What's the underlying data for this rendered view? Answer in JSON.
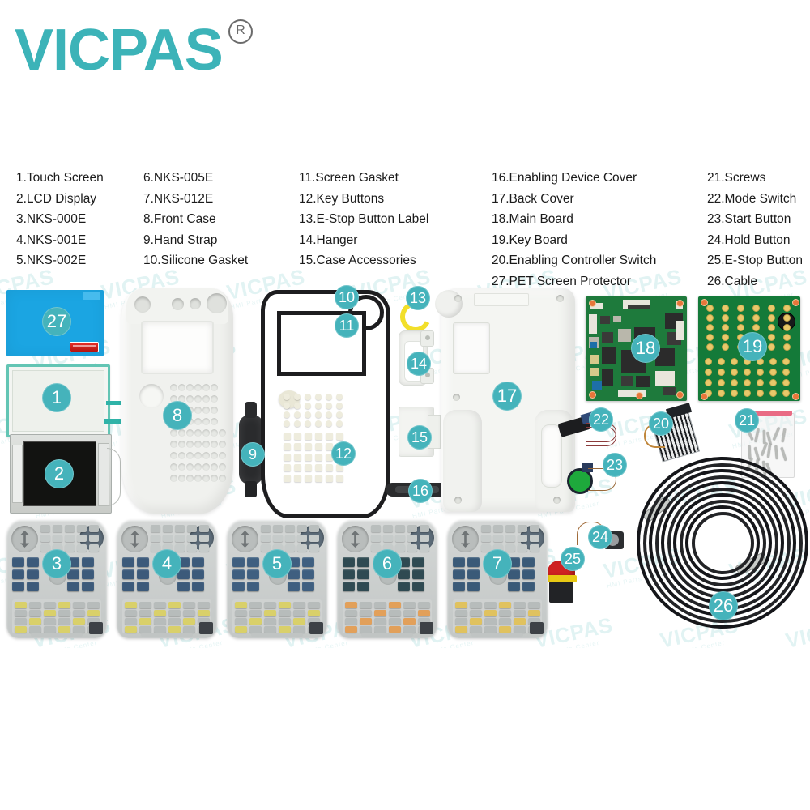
{
  "brand": {
    "name": "VICPAS",
    "registered_mark": "R",
    "logo_color": "#3cb3b8"
  },
  "theme": {
    "badge_color": "#45b3bb",
    "badge_text_color": "#ffffff",
    "watermark_color": "#9fd8d8",
    "pet_blue": "#1ba5e2",
    "pcb_green": "#1e7a3c",
    "estop_red": "#cf2222",
    "estop_yellow": "#e8c914",
    "start_green": "#1ea93c"
  },
  "watermark": {
    "text": "VICPAS",
    "subtext": "HMI Parts Center"
  },
  "legend": {
    "columns": [
      {
        "items": [
          "1.Touch Screen",
          "2.LCD Display",
          "3.NKS-000E",
          "4.NKS-001E",
          "5.NKS-002E"
        ]
      },
      {
        "items": [
          "6.NKS-005E",
          "7.NKS-012E",
          "8.Front Case",
          "9.Hand Strap",
          "10.Silicone Gasket"
        ]
      },
      {
        "items": [
          "11.Screen Gasket",
          "12.Key Buttons",
          "13.E-Stop Button Label",
          "14.Hanger",
          "15.Case Accessories"
        ]
      },
      {
        "items": [
          "16.Enabling Device Cover",
          "17.Back Cover",
          "18.Main Board",
          "19.Key Board",
          "20.Enabling Controller Switch",
          "27.PET Screen Protector"
        ]
      },
      {
        "items": [
          "21.Screws",
          "22.Mode Switch",
          "23.Start Button",
          "24.Hold Button",
          "25.E-Stop Button",
          "26.Cable"
        ]
      }
    ]
  },
  "parts": {
    "pet_screen_protector": {
      "number": "27",
      "label": "PET Screen Protector"
    },
    "touch_screen": {
      "number": "1",
      "label": "Touch Screen"
    },
    "lcd_display": {
      "number": "2",
      "label": "LCD Display"
    },
    "nks_000e": {
      "number": "3",
      "label": "NKS-000E"
    },
    "nks_001e": {
      "number": "4",
      "label": "NKS-001E"
    },
    "nks_002e": {
      "number": "5",
      "label": "NKS-002E"
    },
    "nks_005e": {
      "number": "6",
      "label": "NKS-005E"
    },
    "nks_012e": {
      "number": "7",
      "label": "NKS-012E"
    },
    "front_case": {
      "number": "8",
      "label": "Front Case"
    },
    "hand_strap": {
      "number": "9",
      "label": "Hand Strap"
    },
    "silicone_gasket": {
      "number": "10",
      "label": "Silicone Gasket"
    },
    "screen_gasket": {
      "number": "11",
      "label": "Screen Gasket"
    },
    "key_buttons": {
      "number": "12",
      "label": "Key Buttons"
    },
    "estop_button_label": {
      "number": "13",
      "label": "E-Stop Button Label"
    },
    "hanger": {
      "number": "14",
      "label": "Hanger"
    },
    "case_accessories": {
      "number": "15",
      "label": "Case Accessories"
    },
    "enabling_device_cover": {
      "number": "16",
      "label": "Enabling Device Cover"
    },
    "back_cover": {
      "number": "17",
      "label": "Back Cover"
    },
    "main_board": {
      "number": "18",
      "label": "Main Board"
    },
    "key_board": {
      "number": "19",
      "label": "Key Board"
    },
    "enabling_controller_switch": {
      "number": "20",
      "label": "Enabling Controller Switch"
    },
    "screws": {
      "number": "21",
      "label": "Screws"
    },
    "mode_switch": {
      "number": "22",
      "label": "Mode Switch"
    },
    "start_button": {
      "number": "23",
      "label": "Start Button"
    },
    "hold_button": {
      "number": "24",
      "label": "Hold Button"
    },
    "estop_button": {
      "number": "25",
      "label": "E-Stop Button"
    },
    "cable": {
      "number": "26",
      "label": "Cable"
    }
  }
}
